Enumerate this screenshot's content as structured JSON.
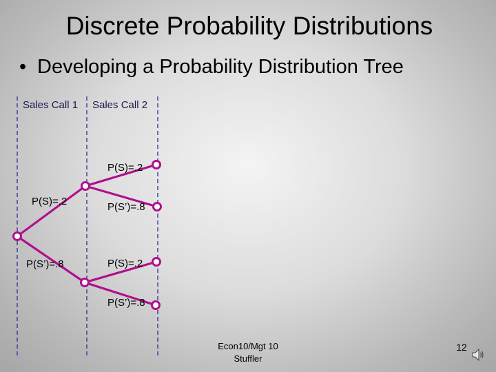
{
  "title": "Discrete Probability Distributions",
  "bullet": {
    "marker": "•",
    "text": "Developing a Probability Distribution Tree"
  },
  "columns": [
    "Sales Call 1",
    "Sales Call 2"
  ],
  "tree": {
    "first_call": {
      "success": "P(S)=.2",
      "failure": "P(S’)=.8"
    },
    "second_call_after_success": {
      "success": "P(S)=.2",
      "failure": "P(S’)=.8"
    },
    "second_call_after_failure": {
      "success": "P(S)=.2",
      "failure": "P(S’)=.8"
    }
  },
  "colors": {
    "branch": "#b0108c",
    "divider": "#2a2a9a"
  },
  "footer": {
    "course": "Econ10/Mgt 10",
    "author": "Stuffler",
    "page": "12"
  },
  "icons": {
    "audio": "speaker-icon"
  }
}
